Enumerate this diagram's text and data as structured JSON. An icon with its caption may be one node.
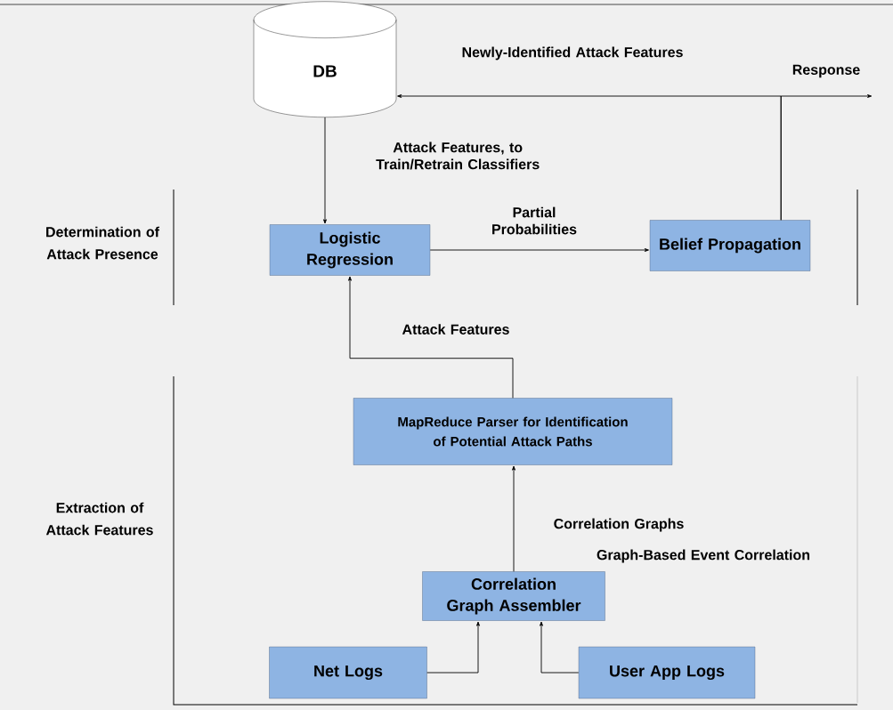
{
  "diagram": {
    "nodes": [
      {
        "text": [
          "DB"
        ]
      },
      {
        "text": [
          "Logistic Regression"
        ]
      },
      {
        "text": [
          "Belief Propagation"
        ]
      },
      {
        "text": [
          "MapReduce Parser for Identification of Potential Attack Paths"
        ]
      },
      {
        "text": [
          "Correlation Graph Assembler"
        ]
      },
      {
        "text": [
          "Net Logs"
        ]
      },
      {
        "text": [
          "User App Logs"
        ]
      }
    ],
    "edges": [
      {
        "from": 0,
        "to": 1,
        "arrow": "to",
        "label": "Attack Features, to Train/Retrain Classifiers"
      },
      {
        "from": 2,
        "to": 0,
        "arrow": "to",
        "label": "Newly-Identified Attack Features"
      },
      {
        "from": 2,
        "to": null,
        "arrow": "to",
        "label": "Response"
      },
      {
        "from": 1,
        "to": 2,
        "arrow": "to",
        "label": "Partial Probabilities"
      },
      {
        "from": 3,
        "to": 1,
        "arrow": "to",
        "label": "Attack Features"
      },
      {
        "from": 4,
        "to": 3,
        "arrow": "to",
        "label": "Correlation Graphs"
      },
      {
        "from": 5,
        "to": 4,
        "arrow": "to"
      },
      {
        "from": 6,
        "to": 4,
        "arrow": "to"
      }
    ],
    "labels": [
      "Determination of Attack Presence",
      "Extraction of Attack Features",
      "Graph-Based Event Correlation"
    ]
  }
}
